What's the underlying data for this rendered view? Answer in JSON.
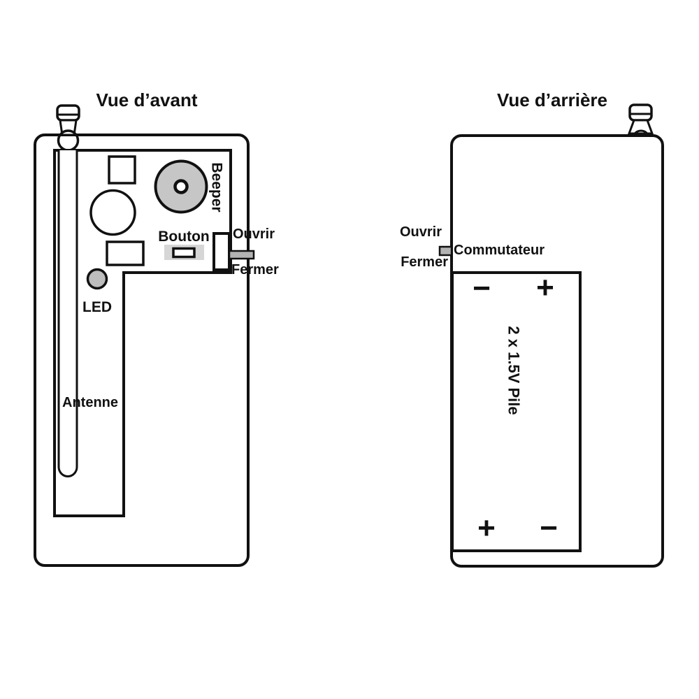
{
  "front": {
    "title": "Vue d’avant",
    "beeper": "Beeper",
    "bouton": "Bouton",
    "ouvrir": "Ouvrir",
    "fermer": "Fermer",
    "led": "LED",
    "antenne": "Antenne"
  },
  "rear": {
    "title": "Vue d’arrière",
    "ouvrir": "Ouvrir",
    "fermer": "Fermer",
    "commutateur": "Commutateur",
    "battery": "2 x 1.5V Pile",
    "plus": "+",
    "minus": "−"
  },
  "colors": {
    "line": "#111111",
    "background": "#ffffff",
    "beeper_fill": "#c6c6c6",
    "led_fill": "#bdbdbd",
    "button_fill": "#d6d6d6",
    "tab_fill": "#b3b3b3"
  }
}
